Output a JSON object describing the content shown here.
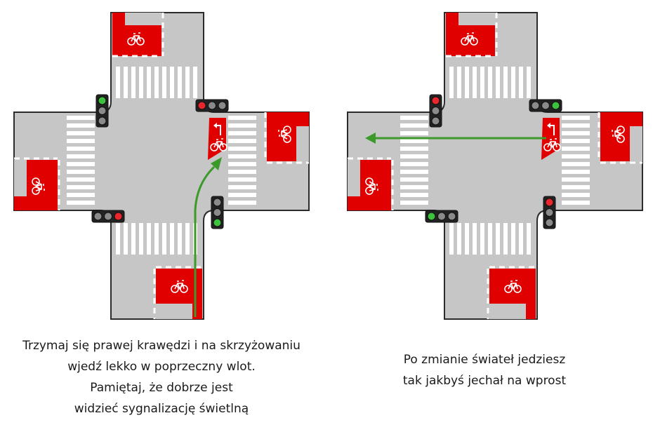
{
  "left_panel": {
    "caption_lines": [
      "Trzymaj się prawej krawędzi i na skrzyżowaniu",
      "wjedź lekko w poprzeczny wlot.",
      "Pamiętaj, że dobrze jest",
      "widzieć sygnalizację świetlną"
    ],
    "signals": {
      "north": [
        "green",
        "off",
        "off"
      ],
      "east": [
        "red",
        "off",
        "off"
      ],
      "west": [
        "off",
        "off",
        "red"
      ],
      "south": [
        "off",
        "off",
        "green"
      ]
    }
  },
  "right_panel": {
    "caption_lines": [
      "Po zmianie świateł jedziesz",
      "tak jakbyś jechał na wprost"
    ],
    "signals": {
      "north": [
        "red",
        "off",
        "off"
      ],
      "east": [
        "off",
        "off",
        "green"
      ],
      "west": [
        "green",
        "off",
        "off"
      ],
      "south": [
        "red",
        "off",
        "off"
      ]
    }
  },
  "colors": {
    "road": "#c6c6c6",
    "road_edge": "#2b2b2b",
    "bike_lane": "#e00000",
    "route_arrow": "#3c9a2a",
    "signal_red": "#e8262b",
    "signal_green": "#3cc23c",
    "signal_off": "#8a8a8a"
  }
}
